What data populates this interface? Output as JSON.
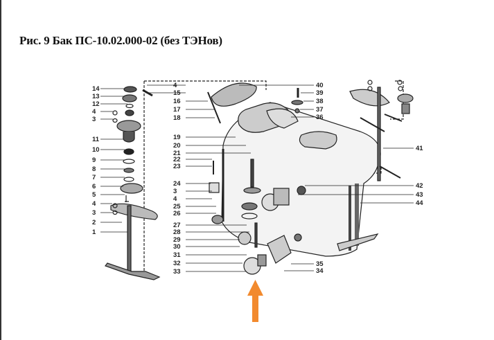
{
  "document": {
    "title": "Рис. 9 Бак ПС-10.02.000-02 (без ТЭНов)"
  },
  "diagram": {
    "callouts_left": [
      "14",
      "13",
      "12",
      "4",
      "3",
      "11",
      "10",
      "9",
      "8",
      "7",
      "6",
      "5",
      "4",
      "3",
      "2",
      "1"
    ],
    "callouts_middle": [
      "4",
      "15",
      "16",
      "17",
      "18",
      "19",
      "20",
      "21",
      "22",
      "23",
      "24",
      "3",
      "4",
      "25",
      "26",
      "27",
      "28",
      "29",
      "30",
      "31",
      "32",
      "33"
    ],
    "callouts_right": [
      "40",
      "39",
      "38",
      "37",
      "36",
      "41",
      "42",
      "43",
      "44",
      "35",
      "34"
    ],
    "arrow_color": "#f28a2e",
    "ink_color": "#222222"
  }
}
